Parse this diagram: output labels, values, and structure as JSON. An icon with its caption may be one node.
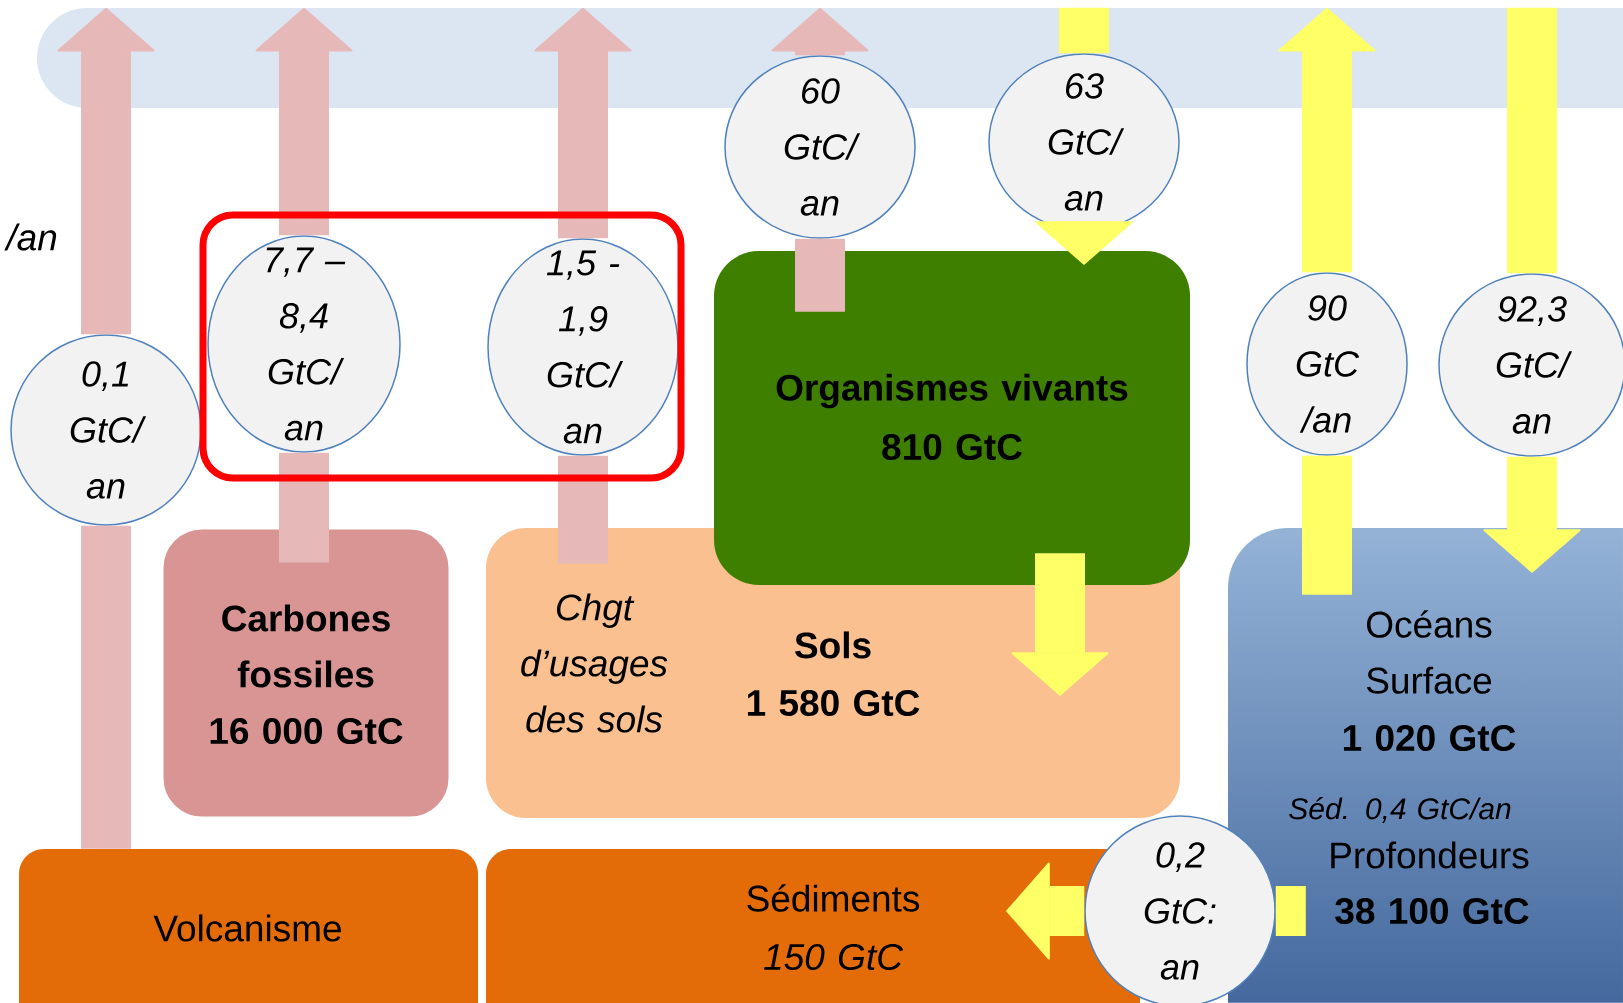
{
  "diagram": {
    "nodes": [
      {
        "text": [],
        "shape": "box"
      },
      {
        "text": [
          "Organismes vivants",
          "810 GtC"
        ]
      },
      {
        "text": [
          "Carbones fossiles",
          "16 000 GtC"
        ]
      },
      {
        "text": [
          "Chgt d’usages des sols",
          "Sols",
          "1 580 GtC"
        ]
      },
      {
        "text": [
          "Océans Surface",
          "1 020 GtC",
          "Séd. 0,4 GtC/an",
          "Profondeurs",
          "38 100 GtC"
        ]
      },
      {
        "text": [
          "Volcanisme"
        ]
      },
      {
        "text": [
          "Sédiments",
          "150 GtC"
        ]
      },
      {
        "text": [
          "0,1 GtC/an"
        ]
      },
      {
        "text": [
          "7,7 – 8,4 GtC/an"
        ]
      },
      {
        "text": [
          "1,5 - 1,9 GtC/an"
        ]
      },
      {
        "text": [
          "60 GtC/an"
        ]
      },
      {
        "text": [
          "63 GtC/an"
        ]
      },
      {
        "text": [
          "90 GtC /an"
        ]
      },
      {
        "text": [
          "92,3 GtC/an"
        ]
      },
      {
        "text": [
          "0,2 GtC: an"
        ]
      }
    ],
    "edges": [
      {
        "from": 5,
        "to": 7,
        "arrow": "none",
        "color": "#e6b9b8"
      },
      {
        "from": 7,
        "to": 0,
        "arrow": "to",
        "color": "#e6b9b8"
      },
      {
        "from": 2,
        "to": 8,
        "arrow": "none",
        "color": "#e6b9b8"
      },
      {
        "from": 8,
        "to": 0,
        "arrow": "to",
        "color": "#e6b9b8"
      },
      {
        "from": 3,
        "to": 9,
        "arrow": "none",
        "color": "#e6b9b8"
      },
      {
        "from": 9,
        "to": 0,
        "arrow": "to",
        "color": "#e6b9b8"
      },
      {
        "from": 1,
        "to": 10,
        "arrow": "none",
        "color": "#e6b9b8"
      },
      {
        "from": 10,
        "to": 0,
        "arrow": "to",
        "color": "#e6b9b8"
      },
      {
        "from": 0,
        "to": 11,
        "arrow": "none",
        "color": "#ffff66"
      },
      {
        "from": 11,
        "to": 1,
        "arrow": "to",
        "color": "#ffff66"
      },
      {
        "from": 4,
        "to": 12,
        "arrow": "none",
        "color": "#ffff66"
      },
      {
        "from": 12,
        "to": 0,
        "arrow": "to",
        "color": "#ffff66"
      },
      {
        "from": 0,
        "to": 13,
        "arrow": "none",
        "color": "#ffff66"
      },
      {
        "from": 13,
        "to": 4,
        "arrow": "to",
        "color": "#ffff66"
      },
      {
        "from": 1,
        "to": 3,
        "arrow": "to",
        "color": "#ffff66"
      },
      {
        "from": 4,
        "to": 14,
        "arrow": "none",
        "color": "#ffff66"
      },
      {
        "from": 14,
        "to": 6,
        "arrow": "to",
        "color": "#ffff66"
      }
    ],
    "labels": [
      "/an"
    ]
  }
}
